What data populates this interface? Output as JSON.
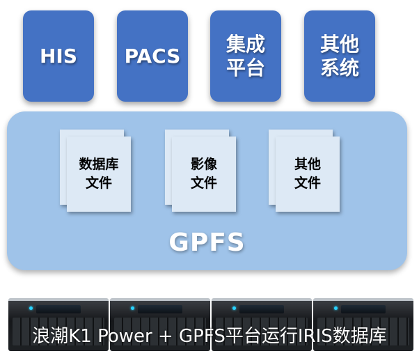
{
  "applications": [
    {
      "label": "HIS"
    },
    {
      "label": "PACS"
    },
    {
      "label": "集成\n平台"
    },
    {
      "label": "其他\n系统"
    }
  ],
  "storage_layer": {
    "title": "GPFS",
    "files": [
      {
        "label": "数据库\n文件"
      },
      {
        "label": "影像\n文件"
      },
      {
        "label": "其他\n文件"
      }
    ]
  },
  "hardware": {
    "server_count": 4,
    "caption": "浪潮K1 Power + GPFS平台运行IRIS数据库"
  },
  "colors": {
    "app_box": "#4472c4",
    "gpfs_panel": "#9fc3e9",
    "file_doc": "#dde9f5"
  }
}
